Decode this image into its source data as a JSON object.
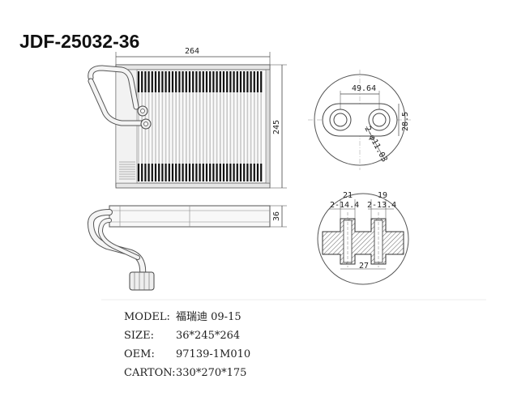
{
  "title": "JDF-25032-36",
  "dimensions": {
    "width": "264",
    "height": "245",
    "depth": "36",
    "port_spacing": "49.64",
    "port_height": "28.5",
    "port_dia": "2-φ11.03",
    "left_port_top": "21",
    "left_port_bore": "2-14.4",
    "right_port_top": "19",
    "right_port_bore": "2-13.4",
    "port_base": "27"
  },
  "specs": [
    {
      "label": "MODEL:",
      "value": "福瑞迪 09-15"
    },
    {
      "label": "SIZE:",
      "value": "36*245*264"
    },
    {
      "label": "OEM:",
      "value": "97139-1M010"
    },
    {
      "label": "CARTON:",
      "value": "330*270*175"
    }
  ],
  "colors": {
    "line": "#555555",
    "fin_dark": "#111111",
    "fin_light": "#c8c8c8",
    "hatch": "#777777"
  }
}
